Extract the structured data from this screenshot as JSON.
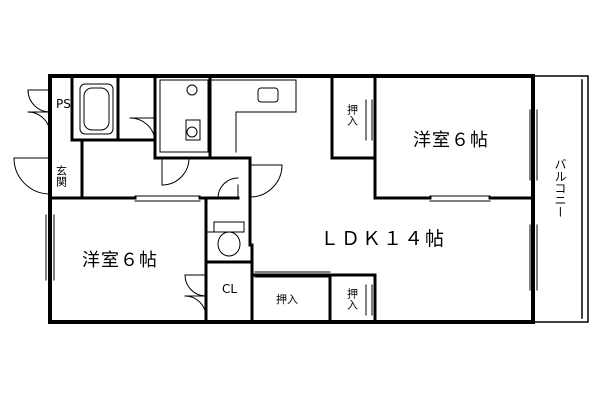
{
  "rooms": {
    "western_room_right": "洋室６帖",
    "western_room_left": "洋室６帖",
    "ldk": "ＬＤＫ１４帖",
    "balcony": "バルコニー",
    "ps": "PS",
    "entrance": "玄関",
    "closet_cl": "CL",
    "closet_top": "押入",
    "closet_bottom_mid": "押入",
    "closet_bottom_right": "押入"
  }
}
